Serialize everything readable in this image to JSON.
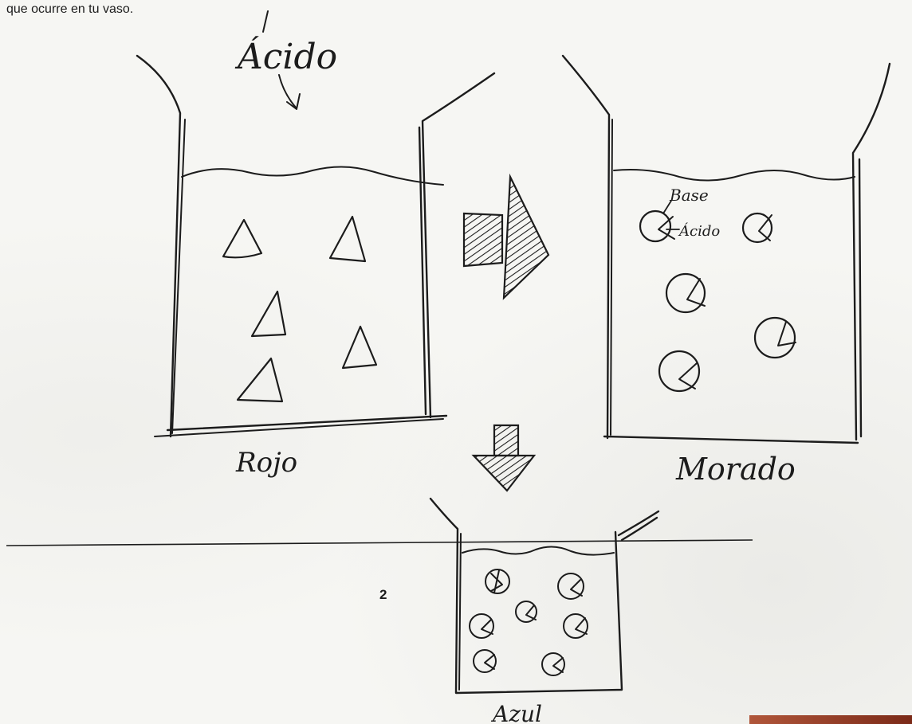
{
  "header": {
    "instruction_text": "que ocurre en tu vaso."
  },
  "labels": {
    "acid_arrow_label": "Ácido",
    "left_beaker_color": "Rojo",
    "right_beaker_color": "Morado",
    "bottom_beaker_color": "Azul",
    "base_annotation": "Base",
    "acid_annotation": "Ácido"
  },
  "footer": {
    "page_number": "2"
  },
  "colors": {
    "ink": "#1c1c1c",
    "paper": "#f6f6f3",
    "stain": "#7b2a18"
  }
}
